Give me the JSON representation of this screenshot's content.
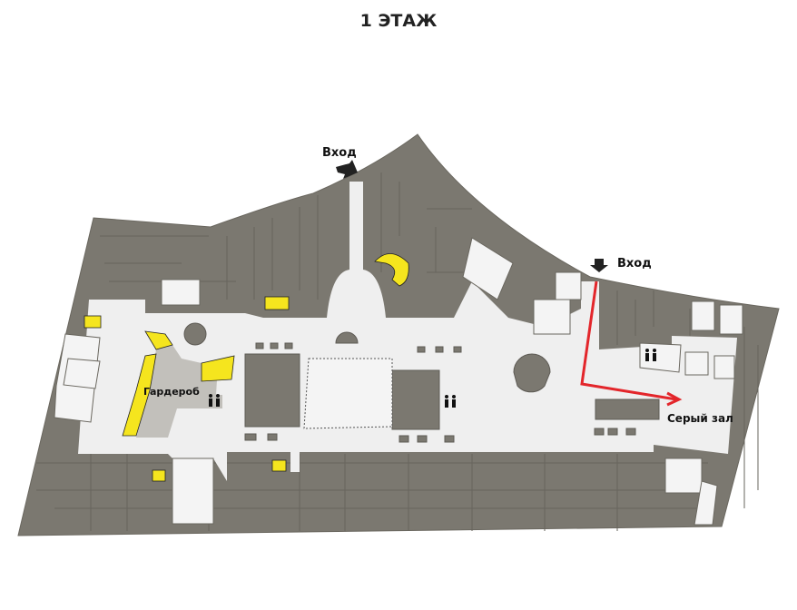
{
  "title": "1 ЭТАЖ",
  "labels": {
    "entrance_top": "Вход",
    "entrance_right": "Вход",
    "cloakroom": "Гардероб",
    "grey_hall": "Серый зал"
  },
  "icons": {
    "entrance_arrow": "arrow-down-icon",
    "restroom": "restroom-icon"
  },
  "colors": {
    "building": "#7b7870",
    "floor": "#efefef",
    "room": "#f4f4f4",
    "stairs": "#f5e51e",
    "cloakroom": "#c2c0bb",
    "route": "#e3262b"
  }
}
